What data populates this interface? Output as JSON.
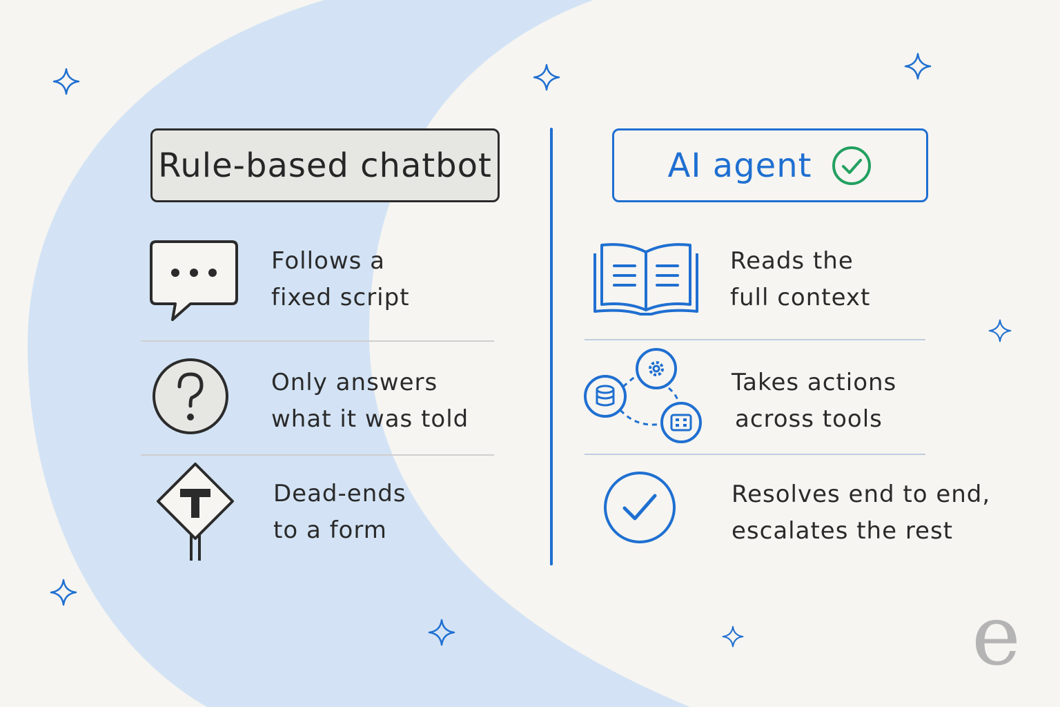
{
  "left_panel": {
    "title": "Rule-based chatbot",
    "items": [
      {
        "icon": "speech-bubble-icon",
        "line1": "Follows a",
        "line2": "fixed script"
      },
      {
        "icon": "question-mark-icon",
        "line1": "Only answers",
        "line2": "what it was told"
      },
      {
        "icon": "dead-end-sign-icon",
        "line1": "Dead-ends",
        "line2": "to a form"
      }
    ]
  },
  "right_panel": {
    "title": "AI agent",
    "title_icon": "check-circle-icon",
    "items": [
      {
        "icon": "open-book-icon",
        "line1": "Reads the",
        "line2": "full context"
      },
      {
        "icon": "connected-tools-icon",
        "line1": "Takes actions",
        "line2": "across tools"
      },
      {
        "icon": "check-circle-icon",
        "line1": "Resolves end to end,",
        "line2": "escalates the rest"
      }
    ]
  },
  "logo": {
    "text": "e"
  },
  "colors": {
    "accent": "#1f6fd1",
    "check_green": "#22a060",
    "swoosh": "#d3e3f5",
    "background": "#f6f5f1",
    "ink": "#2a2a2a"
  }
}
